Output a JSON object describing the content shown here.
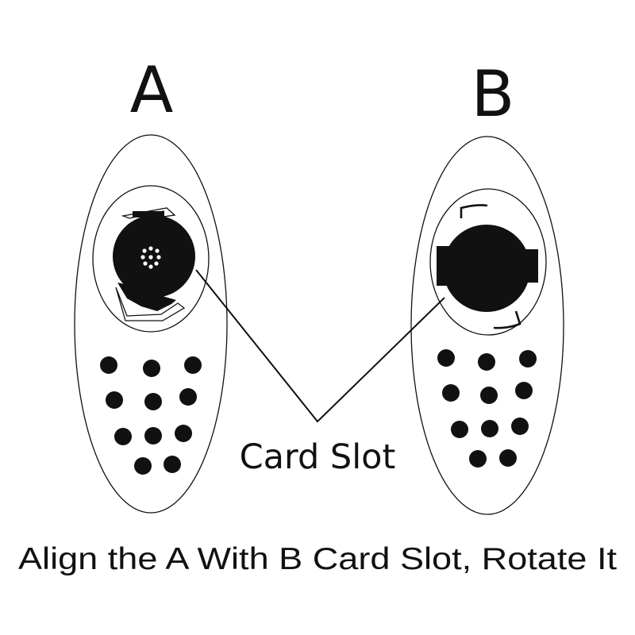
{
  "label_a": "A",
  "label_b": "B",
  "callout": "Card Slot",
  "caption": "Align the A With B Card Slot, Rotate It",
  "ink_color": "#111111"
}
